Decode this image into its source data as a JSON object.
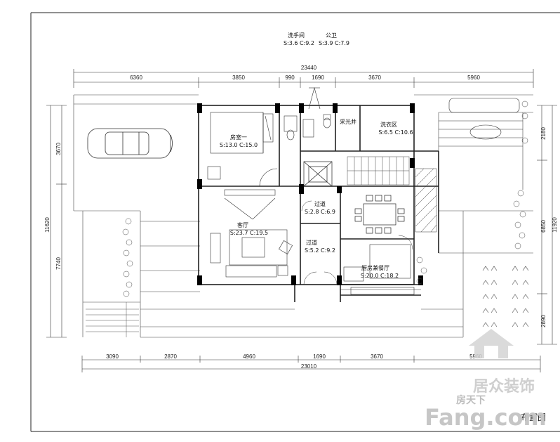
{
  "dims_top": [
    "6360",
    "3850",
    "990",
    "1690",
    "3670",
    "5960"
  ],
  "dim_top_total": "23440",
  "dims_bottom": [
    "3090",
    "2870",
    "4960",
    "1690",
    "3670",
    "5960"
  ],
  "dim_bottom_total": "23010",
  "dims_left": [
    "3670",
    "7740"
  ],
  "dim_left_total": "11620",
  "dims_right": [
    "2180",
    "6850",
    "2890"
  ],
  "dim_right_total": "11920",
  "rooms": {
    "washroom": {
      "name": "洗手间",
      "area": "S:3.6 C:9.2"
    },
    "public_wc": {
      "name": "公卫",
      "area": "S:3.9 C:7.9"
    },
    "bedroom": {
      "name": "房室一",
      "area": "S:13.0 C:15.0"
    },
    "lightwell": {
      "name": "采光井"
    },
    "laundry": {
      "name": "洗衣区",
      "area": "S:6.5 C:10.6"
    },
    "corridor1": {
      "name": "过道",
      "area": "S:2.8 C:6.9"
    },
    "living": {
      "name": "客厅",
      "area": "S:23.7 C:19.5"
    },
    "corridor2": {
      "name": "过道",
      "area": "S:5.2 C:9.2"
    },
    "kitchen": {
      "name": "厨房兼餐厅",
      "area": "S:20.0 C:18.2"
    }
  },
  "title_fragment": "布置图",
  "watermark": {
    "brand_cn": "居众装饰",
    "site_cn": "房天下",
    "site_en": "Fang.com"
  },
  "colors": {
    "line": "#1a1a1a",
    "wall": "#000000",
    "watermark": "#d9d9d9"
  }
}
